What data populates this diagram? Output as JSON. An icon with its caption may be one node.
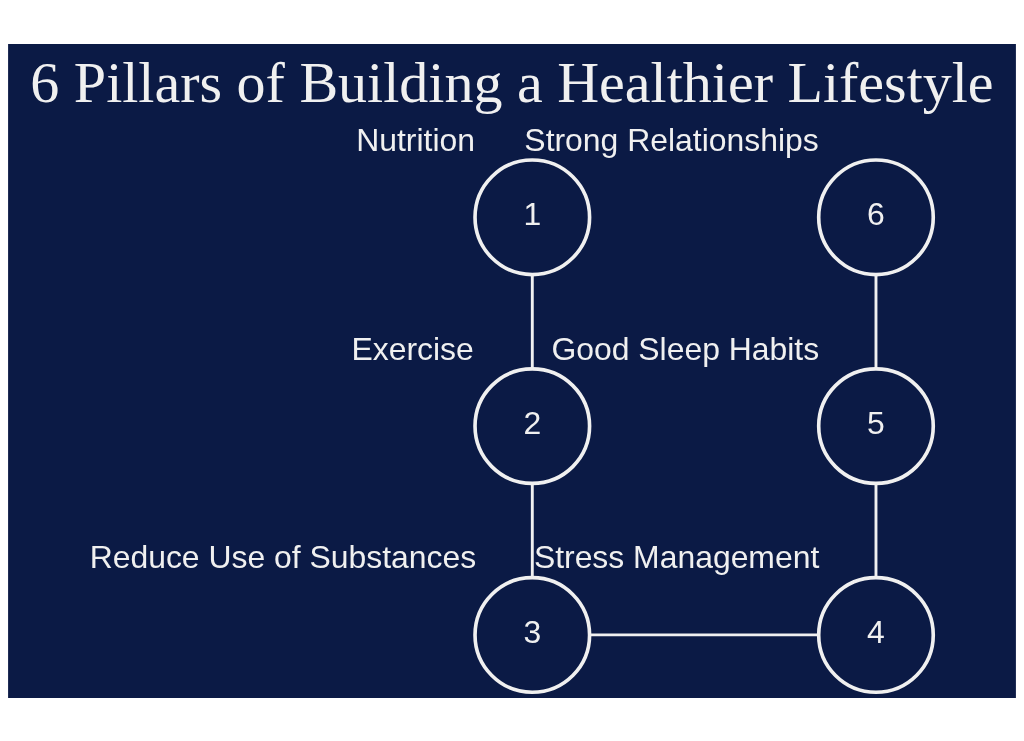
{
  "diagram": {
    "title": "6 Pillars of Building a Healthier Lifestyle",
    "nodes": [
      {
        "text": [
          "1"
        ],
        "beside": [
          "Nutrition"
        ]
      },
      {
        "text": [
          "2"
        ],
        "beside": [
          "Exercise"
        ]
      },
      {
        "text": [
          "3"
        ],
        "beside": [
          "Reduce Use of Substances"
        ]
      },
      {
        "text": [
          "4"
        ],
        "beside": [
          "Stress Management"
        ]
      },
      {
        "text": [
          "5"
        ],
        "beside": [
          "Good Sleep Habits"
        ]
      },
      {
        "text": [
          "6"
        ],
        "beside": [
          "Strong Relationships"
        ]
      }
    ],
    "edges": [
      {
        "from": 0,
        "to": 1,
        "arrow": "none"
      },
      {
        "from": 1,
        "to": 2,
        "arrow": "none"
      },
      {
        "from": 2,
        "to": 3,
        "arrow": "none"
      },
      {
        "from": 3,
        "to": 4,
        "arrow": "none"
      },
      {
        "from": 4,
        "to": 5,
        "arrow": "none"
      }
    ]
  }
}
